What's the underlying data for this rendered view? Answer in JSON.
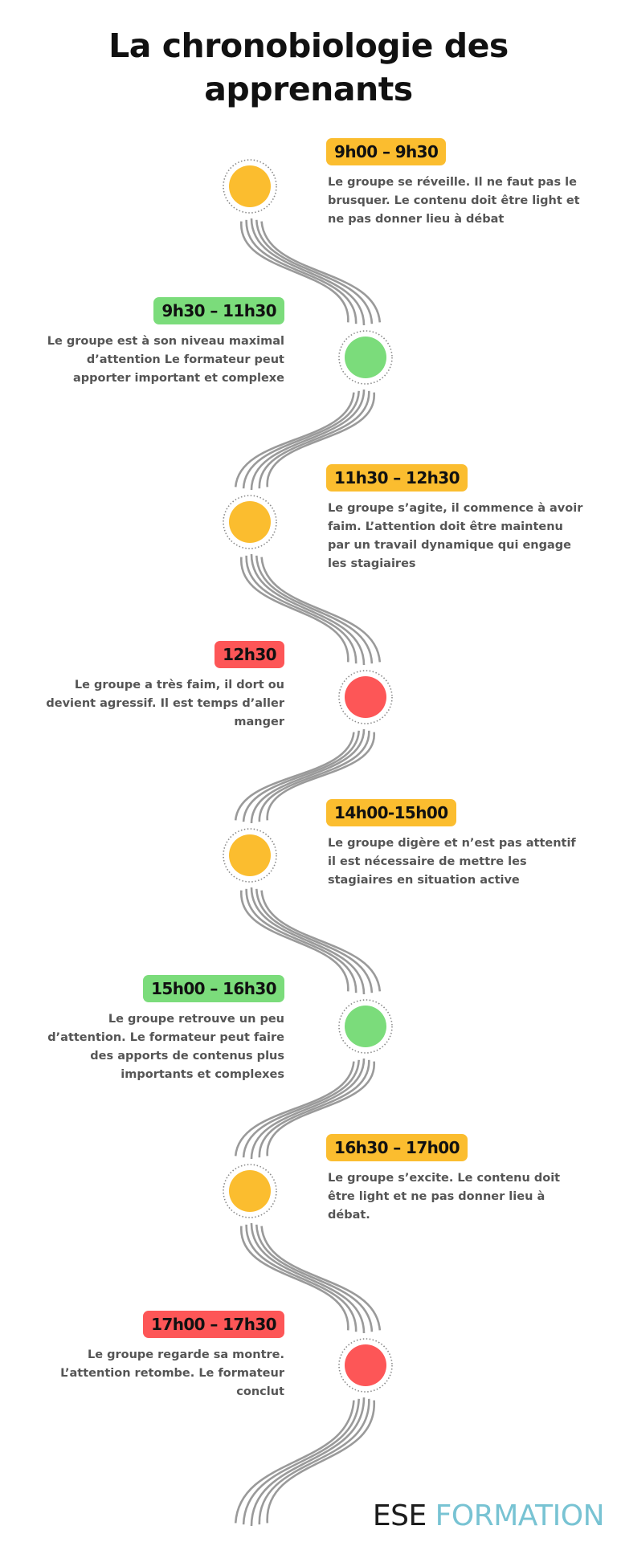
{
  "title_line1": "La chronobiologie des",
  "title_line2": "apprenants",
  "colors": {
    "yellow": "#fbbd2f",
    "green": "#7bdc7b",
    "red": "#fd5657",
    "path": "#9a9a9a",
    "text": "#555555",
    "logo_dark": "#1c1c1c",
    "logo_light": "#78c3d3"
  },
  "steps": [
    {
      "time": "9h00 – 9h30",
      "color": "yellow",
      "side": "right",
      "desc": "Le groupe se réveille. Il ne faut pas le brusquer. Le contenu doit être light et ne pas donner lieu à débat"
    },
    {
      "time": "9h30 – 11h30",
      "color": "green",
      "side": "left",
      "desc": "Le groupe est à son niveau maximal d’attention Le formateur peut apporter important et complexe"
    },
    {
      "time": "11h30 – 12h30",
      "color": "yellow",
      "side": "right",
      "desc": "Le groupe s’agite, il commence à avoir faim. L’attention doit être maintenu par un travail dynamique qui engage les stagiaires"
    },
    {
      "time": "12h30",
      "color": "red",
      "side": "left",
      "desc": "Le groupe a très faim, il dort ou devient agressif. Il est temps d’aller manger"
    },
    {
      "time": "14h00-15h00",
      "color": "yellow",
      "side": "right",
      "desc": "Le groupe digère et n’est pas attentif il est nécessaire de mettre les stagiaires en situation active"
    },
    {
      "time": "15h00 – 16h30",
      "color": "green",
      "side": "left",
      "desc": "Le groupe retrouve un peu d’attention. Le formateur peut faire des apports de contenus plus importants et complexes"
    },
    {
      "time": "16h30 – 17h00",
      "color": "yellow",
      "side": "right",
      "desc": "Le groupe s’excite. Le contenu doit être light et ne pas donner lieu à débat."
    },
    {
      "time": "17h00 – 17h30",
      "color": "red",
      "side": "left",
      "desc": "Le groupe regarde sa montre. L’attention retombe. Le formateur conclut"
    }
  ],
  "logo": {
    "part1": "ESE",
    "part2": "FORMATION"
  }
}
